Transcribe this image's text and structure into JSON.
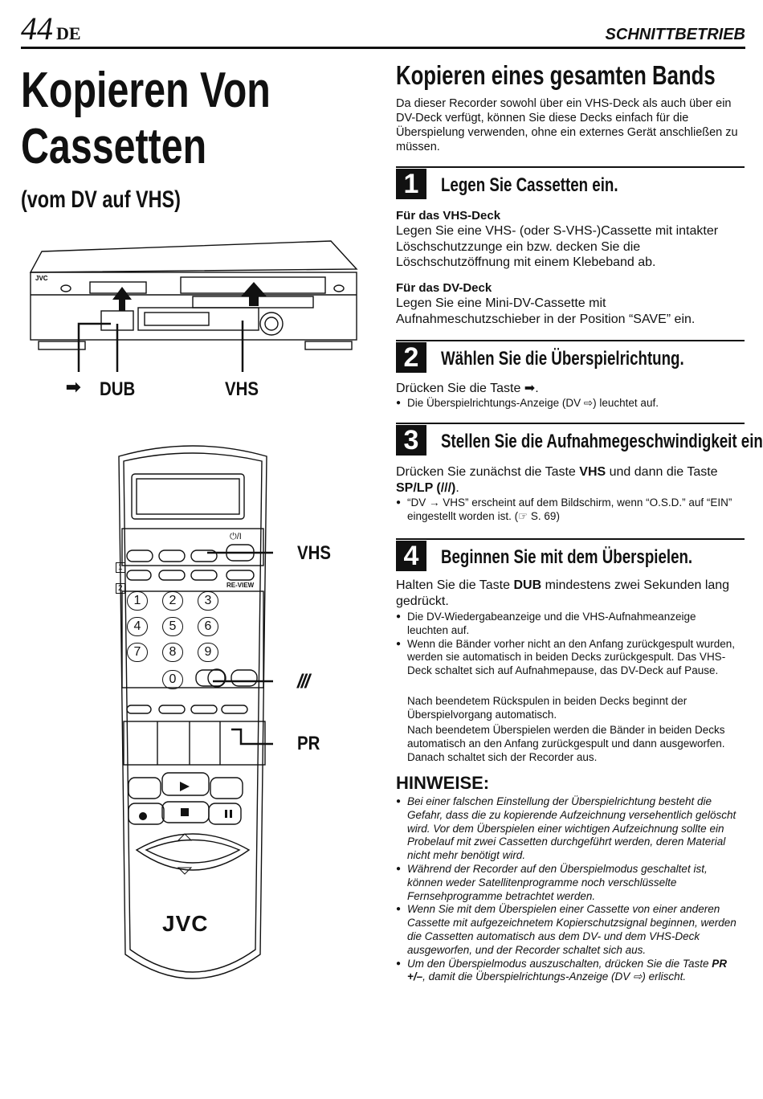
{
  "header": {
    "page_number": "44",
    "lang": "DE",
    "section": "SCHNITTBETRIEB"
  },
  "left": {
    "title_line1": "Kopieren Von",
    "title_line2": "Cassetten",
    "subtitle": "(vom DV auf VHS)",
    "vcr_labels": {
      "dub": "DUB",
      "vhs": "VHS",
      "dub_arrow": "➡"
    },
    "remote_labels": {
      "vhs": "VHS",
      "splp": "///",
      "pr": "PR",
      "brand": "JVC"
    },
    "remote_keys": [
      "1",
      "2",
      "3",
      "4",
      "5",
      "6",
      "7",
      "8",
      "9",
      "0"
    ],
    "remote_small": {
      "power": "⏻/I",
      "review": "RE-VIEW",
      "mark1": "1",
      "mark2": "2"
    }
  },
  "right": {
    "heading": "Kopieren eines gesamten Bands",
    "intro": "Da dieser Recorder sowohl über ein VHS-Deck als auch über ein DV-Deck verfügt, können Sie diese Decks einfach für die Überspielung verwenden, ohne ein externes Gerät anschließen zu müssen.",
    "steps": [
      {
        "num": "1",
        "title": "Legen Sie Cassetten ein.",
        "sub1": "Für das VHS-Deck",
        "text1": "Legen Sie eine VHS- (oder S-VHS-)Cassette mit intakter Löschschutzzunge ein bzw. decken Sie die Löschschutzöffnung mit einem Klebeband ab.",
        "sub2": "Für das DV-Deck",
        "text2": "Legen Sie eine Mini-DV-Cassette mit Aufnahmeschutzschieber in der Position “SAVE” ein."
      },
      {
        "num": "2",
        "title": "Wählen Sie die Überspielrichtung.",
        "text": "Drücken Sie die Taste ➡.",
        "bullets": [
          "Die Überspielrichtungs-Anzeige (DV ⇨) leuchtet auf."
        ]
      },
      {
        "num": "3",
        "title": "Stellen Sie die Aufnahmegeschwindigkeit ein.",
        "text_a": "Drücken Sie zunächst die Taste ",
        "text_b": "VHS",
        "text_c": " und dann die Taste ",
        "text_d": "SP/LP (///)",
        "text_e": ".",
        "bullets": [
          "“DV → VHS” erscheint auf dem Bildschirm, wenn “O.S.D.” auf “EIN” eingestellt worden ist. (☞ S. 69)"
        ]
      },
      {
        "num": "4",
        "title": "Beginnen Sie mit dem Überspielen.",
        "text_a": "Halten Sie die Taste ",
        "text_b": "DUB",
        "text_c": " mindestens zwei Sekunden lang gedrückt.",
        "bullets": [
          "Die DV-Wiedergabeanzeige und die VHS-Aufnahmeanzeige leuchten auf.",
          "Wenn die Bänder vorher nicht an den Anfang zurückgespult wurden, werden sie automatisch in beiden Decks zurückgespult. Das VHS-Deck schaltet sich auf Aufnahmepause, das DV-Deck auf Pause."
        ],
        "extra1": "Nach beendetem Rückspulen in beiden Decks beginnt der Überspielvorgang automatisch.",
        "extra2": "Nach beendetem Überspielen werden die Bänder in beiden Decks automatisch an den Anfang zurückgespult und dann ausgeworfen. Danach schaltet sich der Recorder aus."
      }
    ],
    "notes_heading": "HINWEISE:",
    "notes": [
      "Bei einer falschen Einstellung der Überspielrichtung besteht die Gefahr, dass die zu kopierende Aufzeichnung versehentlich gelöscht wird. Vor dem Überspielen einer wichtigen Aufzeichnung sollte ein Probelauf mit zwei Cassetten durchgeführt werden, deren Material nicht mehr benötigt wird.",
      "Während der Recorder auf den Überspielmodus geschaltet ist, können weder Satellitenprogramme noch verschlüsselte Fernsehprogramme betrachtet werden.",
      "Wenn Sie mit dem Überspielen einer Cassette von einer anderen Cassette mit aufgezeichnetem Kopierschutzsignal beginnen, werden die Cassetten automatisch aus dem DV- und dem VHS-Deck ausgeworfen, und der Recorder schaltet sich aus."
    ],
    "note4_a": "Um den Überspielmodus auszuschalten, drücken Sie die Taste ",
    "note4_b": "PR +/–",
    "note4_c": ", damit die Überspielrichtungs-Anzeige (DV ⇨) erlischt."
  }
}
